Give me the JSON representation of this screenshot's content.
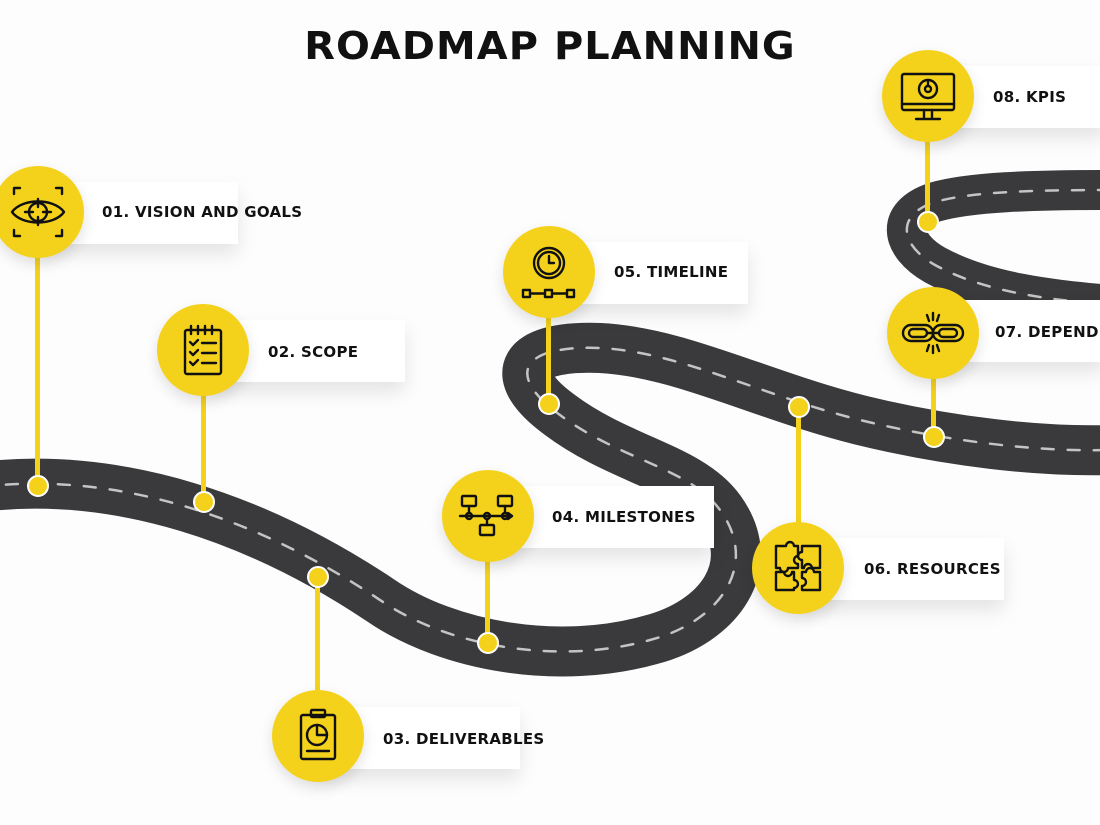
{
  "title": "ROADMAP PLANNING",
  "colors": {
    "accent": "#f4d21c",
    "road": "#3a3a3c",
    "road_dash": "#bdbdbd",
    "text": "#111111"
  },
  "steps": [
    {
      "label": "01. VISION AND GOALS",
      "icon": "eye-target-icon"
    },
    {
      "label": "02. SCOPE",
      "icon": "clipboard-checklist-icon"
    },
    {
      "label": "03. DELIVERABLES",
      "icon": "clipboard-pie-chart-icon"
    },
    {
      "label": "04. MILESTONES",
      "icon": "flow-milestones-icon"
    },
    {
      "label": "05. TIMELINE",
      "icon": "clock-timeline-icon"
    },
    {
      "label": "06. RESOURCES",
      "icon": "puzzle-pieces-icon"
    },
    {
      "label": "07. DEPEND",
      "icon": "chain-link-icon"
    },
    {
      "label": "08. KPIS",
      "icon": "monitor-chart-icon"
    }
  ]
}
